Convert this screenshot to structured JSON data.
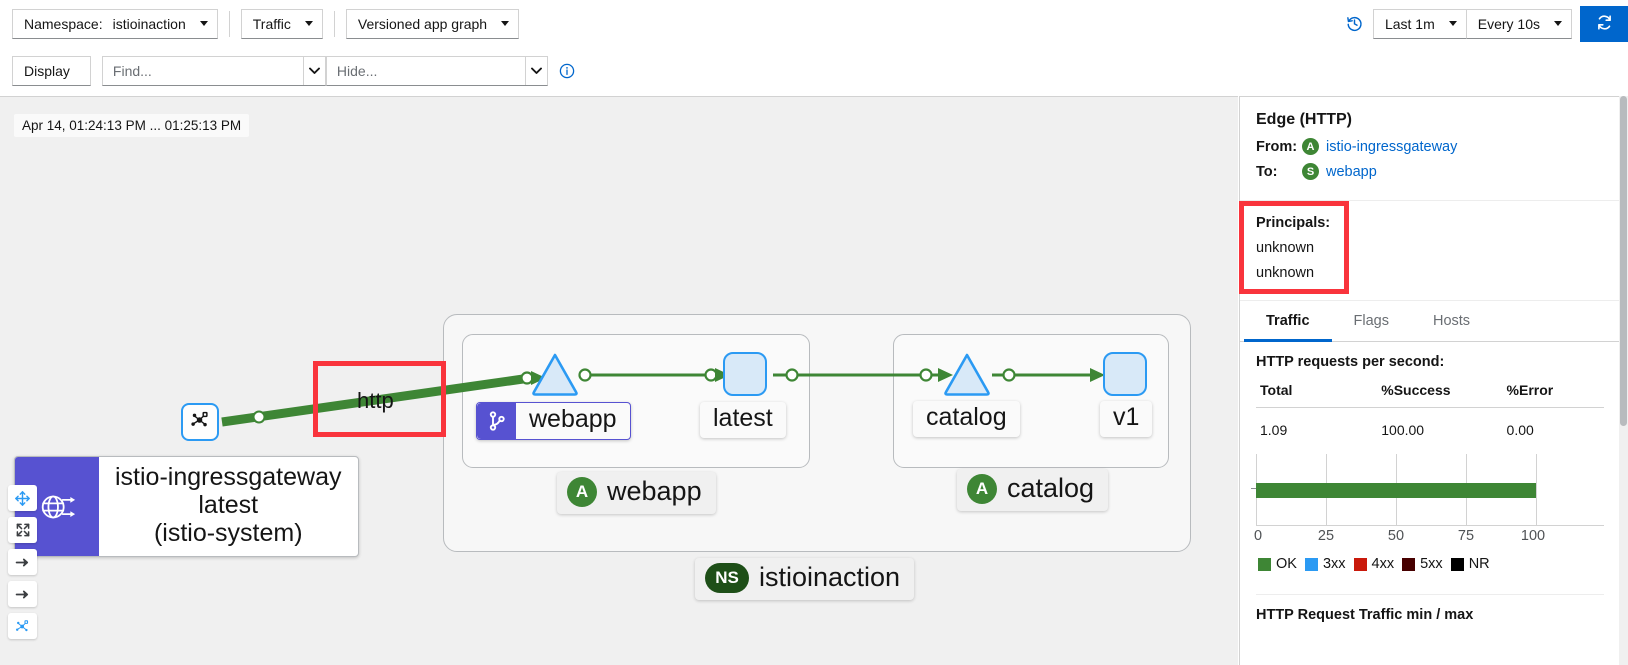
{
  "toolbar": {
    "namespace_label": "Namespace:",
    "namespace_value": "istioinaction",
    "traffic_label": "Traffic",
    "graph_type_label": "Versioned app graph",
    "display_label": "Display",
    "find_placeholder": "Find...",
    "hide_placeholder": "Hide...",
    "time_range_label": "Last 1m",
    "refresh_interval_label": "Every 10s",
    "icons": {
      "history": "history-icon",
      "refresh": "refresh-icon",
      "info": "info-circle-icon",
      "help": "help-circle-icon",
      "legend": "legend-icon"
    }
  },
  "graph": {
    "time_stamp": "Apr 14, 01:24:13 PM ... 01:25:13 PM",
    "namespace_box_label": "istioinaction",
    "namespace_box_badge": "NS",
    "edge_label_http": "http",
    "gateway": {
      "line1": "istio-ingressgateway",
      "line2": "latest",
      "line3": "(istio-system)",
      "icon": "topology-icon",
      "badge_icon": "globe-route-icon"
    },
    "apps": [
      {
        "name": "webapp",
        "badge": "A",
        "service_label": "webapp",
        "service_badge_icon": "code-branch-icon",
        "version_label": "latest"
      },
      {
        "name": "catalog",
        "badge": "A",
        "service_label": "catalog",
        "version_label": "v1"
      }
    ],
    "controls": [
      {
        "name": "drag-toggle",
        "icon": "arrows-alt-icon"
      },
      {
        "name": "fit-to-screen",
        "icon": "expand-icon"
      },
      {
        "name": "zoom-in-step",
        "icon": "arrow-right-icon"
      },
      {
        "name": "zoom-out-step",
        "icon": "arrow-right-icon"
      },
      {
        "name": "layout-toggle",
        "icon": "topology-icon"
      }
    ]
  },
  "side_panel": {
    "title": "Edge (HTTP)",
    "from_label": "From:",
    "from_badge": "A",
    "from_value": "istio-ingressgateway",
    "to_label": "To:",
    "to_badge": "S",
    "to_value": "webapp",
    "principals_label": "Principals:",
    "principals": [
      "unknown",
      "unknown"
    ],
    "tabs": [
      {
        "label": "Traffic",
        "active": true
      },
      {
        "label": "Flags",
        "active": false
      },
      {
        "label": "Hosts",
        "active": false
      }
    ],
    "metrics_title": "HTTP requests per second:",
    "table": {
      "headers": [
        "Total",
        "%Success",
        "%Error"
      ],
      "rows": [
        [
          "1.09",
          "100.00",
          "0.00"
        ]
      ]
    },
    "footer_title": "HTTP Request Traffic min / max"
  },
  "chart_data": {
    "type": "bar",
    "orientation": "horizontal",
    "categories": [
      "OK"
    ],
    "values": [
      100
    ],
    "title": "",
    "xlabel": "",
    "ylabel": "",
    "xlim": [
      0,
      100
    ],
    "xticks": [
      0,
      25,
      50,
      75,
      100
    ],
    "grid": true,
    "legend_position": "bottom",
    "series": [
      {
        "name": "OK",
        "value": 100,
        "color": "#3e8635"
      },
      {
        "name": "3xx",
        "value": 0,
        "color": "#2b9af3"
      },
      {
        "name": "4xx",
        "value": 0,
        "color": "#c9190b"
      },
      {
        "name": "5xx",
        "value": 0,
        "color": "#470000"
      },
      {
        "name": "NR",
        "value": 0,
        "color": "#000000"
      }
    ]
  },
  "colors": {
    "accent_blue": "#0066cc",
    "node_blue": "#2b9af3",
    "traffic_green": "#3e8635",
    "badge_purple": "#5752d1",
    "annotation_red": "#f9343c"
  }
}
